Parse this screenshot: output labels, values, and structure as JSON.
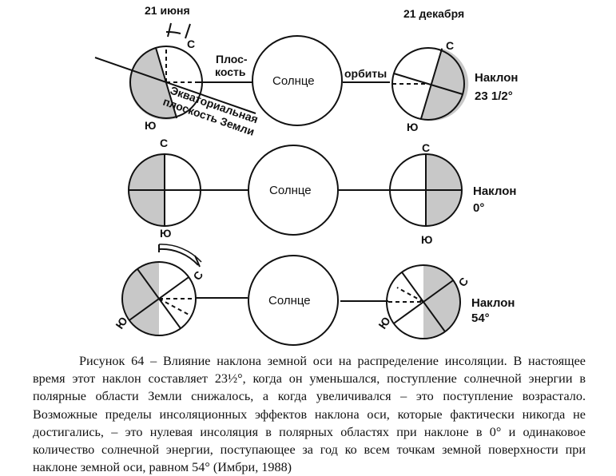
{
  "figure": {
    "date_june": "21 июня",
    "date_december": "21 декабря",
    "sun_label": "Солнце",
    "north": "С",
    "south": "Ю",
    "orbit_plane_part1": "Плос-",
    "orbit_plane_part2": "кость",
    "orbit_plane_part3": "орбиты",
    "equatorial_plane_line1": "Экваториальная",
    "equatorial_plane_line2": "плоскость Земли",
    "tilt_word": "Наклон",
    "rows": [
      {
        "tilt_label": "23 1/2°",
        "tilt_deg": 23.5
      },
      {
        "tilt_label": "0°",
        "tilt_deg": 0
      },
      {
        "tilt_label": "54°",
        "tilt_deg": 54
      }
    ],
    "colors": {
      "shade": "#c8c8c8",
      "line": "#111111"
    }
  },
  "caption": {
    "text": "Рисунок 64 – Влияние наклона земной оси на распределение инсоляции. В настоящее время этот наклон составляет 23½°, когда он уменьшался, поступление солнечной энергии в полярные области Земли снижалось, а когда увеличивался – это поступление возрастало. Возможные пределы инсоляционных эффектов наклона оси, которые фактически никогда не достигались, – это нулевая инсоляция в полярных областях при наклоне в 0° и одинаковое количество солнечной энергии, поступающее за год ко всем точкам земной поверхности при наклоне земной оси, равном 54° (Имбри, 1988)"
  }
}
